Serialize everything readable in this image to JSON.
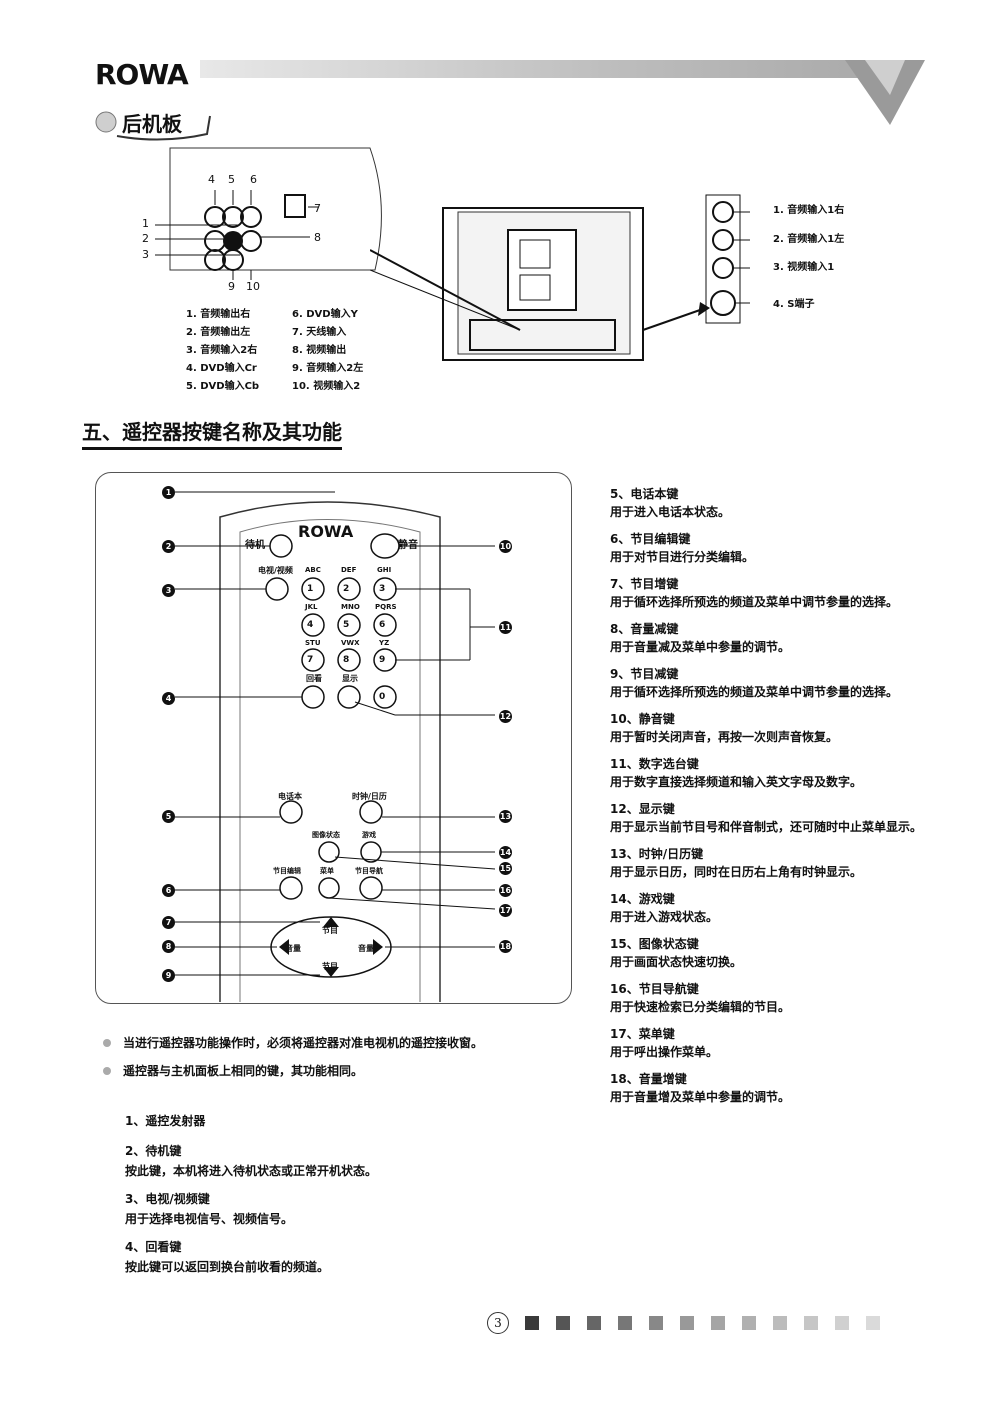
{
  "header": {
    "brand": "ROWA"
  },
  "rear_panel": {
    "title": "后机板",
    "callout_numbers": [
      "1",
      "2",
      "3",
      "4",
      "5",
      "6",
      "7",
      "8",
      "9",
      "10"
    ],
    "legend_left": [
      "1. 音频输出右",
      "2. 音频输出左",
      "3. 音频输入2右",
      "4. DVD输入Cr",
      "5. DVD输入Cb"
    ],
    "legend_right": [
      "6. DVD输入Y",
      "7. 天线输入",
      "8. 视频输出",
      "9. 音频输入2左",
      "10. 视频输入2"
    ],
    "side_labels": [
      "1. 音频输入1右",
      "2. 音频输入1左",
      "3. 视频输入1",
      "4. S端子"
    ]
  },
  "section5": {
    "title": "五、遥控器按键名称及其功能"
  },
  "remote": {
    "brand": "ROWA",
    "keys": {
      "standby": "待机",
      "mute": "静音",
      "tv_av": "电视/视频",
      "digits": [
        "1",
        "2",
        "3",
        "4",
        "5",
        "6",
        "7",
        "8",
        "9",
        "0"
      ],
      "letters": [
        "ABC",
        "DEF",
        "GHI",
        "JKL",
        "MNO",
        "PQRS",
        "STU",
        "VWX",
        "YZ"
      ],
      "recall": "回看",
      "display": "显示",
      "phonebook": "电话本",
      "clock": "时钟/日历",
      "picture": "图像状态",
      "game": "游戏",
      "prog_edit": "节目编辑",
      "menu": "菜单",
      "prog_nav": "节目导航",
      "ch_up": "节目",
      "ch_down": "节目",
      "vol_left": "音量",
      "vol_right": "音量"
    },
    "callouts": [
      "1",
      "2",
      "3",
      "4",
      "5",
      "6",
      "7",
      "8",
      "9",
      "10",
      "11",
      "12",
      "13",
      "14",
      "15",
      "16",
      "17",
      "18"
    ]
  },
  "notes": [
    "当进行遥控器功能操作时，必须将遥控器对准电视机的遥控接收窗。",
    "遥控器与主机面板上相同的键，其功能相同。"
  ],
  "left_items": [
    {
      "h": "1、遥控发射器",
      "d": ""
    },
    {
      "h": "2、待机键",
      "d": "按此键，本机将进入待机状态或正常开机状态。"
    },
    {
      "h": "3、电视/视频键",
      "d": "用于选择电视信号、视频信号。"
    },
    {
      "h": "4、回看键",
      "d": "按此键可以返回到换台前收看的频道。"
    }
  ],
  "right_items": [
    {
      "h": "5、电话本键",
      "d": "用于进入电话本状态。"
    },
    {
      "h": "6、节目编辑键",
      "d": "用于对节目进行分类编辑。"
    },
    {
      "h": "7、节目增键",
      "d": "用于循环选择所预选的频道及菜单中调节参量的选择。"
    },
    {
      "h": "8、音量减键",
      "d": "用于音量减及菜单中参量的调节。"
    },
    {
      "h": "9、节目减键",
      "d": "用于循环选择所预选的频道及菜单中调节参量的选择。"
    },
    {
      "h": "10、静音键",
      "d": "用于暂时关闭声音，再按一次则声音恢复。"
    },
    {
      "h": "11、数字选台键",
      "d": "用于数字直接选择频道和输入英文字母及数字。"
    },
    {
      "h": "12、显示键",
      "d": "用于显示当前节目号和伴音制式，还可随时中止菜单显示。"
    },
    {
      "h": "13、时钟/日历键",
      "d": "用于显示日历，同时在日历右上角有时钟显示。"
    },
    {
      "h": "14、游戏键",
      "d": "用于进入游戏状态。"
    },
    {
      "h": "15、图像状态键",
      "d": "用于画面状态快速切换。"
    },
    {
      "h": "16、节目导航键",
      "d": "用于快速检索已分类编辑的节目。"
    },
    {
      "h": "17、菜单键",
      "d": "用于呼出操作菜单。"
    },
    {
      "h": "18、音量增键",
      "d": "用于音量增及菜单中参量的调节。"
    }
  ],
  "footer": {
    "page": "3"
  },
  "colors": {
    "bar_light": "#d6d6d6",
    "bar_dark": "#3a3a3a",
    "accent_gray": "#9e9e9e"
  }
}
